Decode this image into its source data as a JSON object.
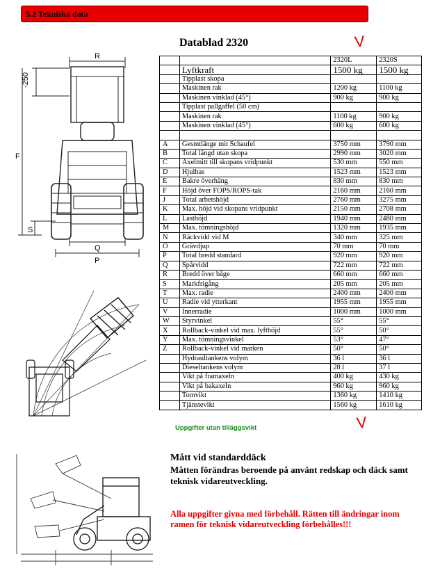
{
  "header": {
    "title": "5.2 Tekniska data"
  },
  "doc_title": "Datablad 2320",
  "table": {
    "columns": [
      "",
      "",
      "2320L",
      "2320S"
    ],
    "rows": [
      {
        "code": "",
        "label": "Lyftkraft",
        "l": "1500 kg",
        "s": "1500 kg",
        "big": true
      },
      {
        "code": "",
        "label": "Tipplast skopa",
        "l": "",
        "s": ""
      },
      {
        "code": "",
        "label": "Maskinen rak",
        "l": "1200 kg",
        "s": "1100 kg"
      },
      {
        "code": "",
        "label": "Maskinen vinklad (45°)",
        "l": "900 kg",
        "s": "900 kg"
      },
      {
        "code": "",
        "label": "Tipplast pallgaffel (50 cm)",
        "l": "",
        "s": ""
      },
      {
        "code": "",
        "label": "Maskinen rak",
        "l": "1100 kg",
        "s": "900 kg"
      },
      {
        "code": "",
        "label": "Maskinen vinklad (45°)",
        "l": "600 kg",
        "s": "600 kg"
      },
      {
        "code": "",
        "label": "",
        "l": "",
        "s": ""
      },
      {
        "code": "A",
        "label": "Gesmtlänge mit Schaufel",
        "l": "3750 mm",
        "s": "3790 mm"
      },
      {
        "code": "B",
        "label": "Total längd utan skopa",
        "l": "2990 mm",
        "s": "3020 mm"
      },
      {
        "code": "C",
        "label": "Axelmitt till skopans vridpunkt",
        "l": "530 mm",
        "s": "550 mm"
      },
      {
        "code": "D",
        "label": "Hjulbas",
        "l": "1523 mm",
        "s": "1523 mm"
      },
      {
        "code": "E",
        "label": "Bakre överhäng",
        "l": "830 mm",
        "s": "830 mm"
      },
      {
        "code": "F",
        "label": "Höjd över FOPS/ROPS-tak",
        "l": "2160 mm",
        "s": "2160 mm"
      },
      {
        "code": "J",
        "label": "Total arbetshöjd",
        "l": "2760 mm",
        "s": "3275 mm"
      },
      {
        "code": "K",
        "label": "Max. höjd vid skopans vridpunkt",
        "l": "2150 mm",
        "s": "2708 mm"
      },
      {
        "code": "L",
        "label": "Lasthöjd",
        "l": "1940 mm",
        "s": "2480 mm"
      },
      {
        "code": "M",
        "label": "Max. tömningshöjd",
        "l": "1320 mm",
        "s": "1935 mm"
      },
      {
        "code": "N",
        "label": "Räckvidd vid M",
        "l": "340 mm",
        "s": "325 mm"
      },
      {
        "code": "O",
        "label": "Grävdjup",
        "l": "70 mm",
        "s": "70 mm"
      },
      {
        "code": "P",
        "label": "Total bredd standard",
        "l": "920 mm",
        "s": "920 mm"
      },
      {
        "code": "Q",
        "label": "Spårvidd",
        "l": "722 mm",
        "s": "722 mm"
      },
      {
        "code": "R",
        "label": "Bredd över båge",
        "l": "660 mm",
        "s": "660 mm"
      },
      {
        "code": "S",
        "label": "Markfrigång",
        "l": "205 mm",
        "s": "205 mm"
      },
      {
        "code": "T",
        "label": "Max. radie",
        "l": "2400 mm",
        "s": "2400 mm"
      },
      {
        "code": "U",
        "label": "Radie vid ytterkant",
        "l": "1955 mm",
        "s": "1955 mm"
      },
      {
        "code": "V",
        "label": "Innerradie",
        "l": "1000 mm",
        "s": "1000 mm"
      },
      {
        "code": "W",
        "label": "Styrvinkel",
        "l": "55°",
        "s": "55°"
      },
      {
        "code": "X",
        "label": "Rollback-vinkel vid max. lyfthöjd",
        "l": "55°",
        "s": "50°"
      },
      {
        "code": "Y",
        "label": "Max. tömningsvinkel",
        "l": "53°",
        "s": "47°"
      },
      {
        "code": "Z",
        "label": "Rollback-vinkel vid marken",
        "l": "50°",
        "s": "50°"
      },
      {
        "code": "",
        "label": "Hydraultankens volym",
        "l": "36 l",
        "s": "36 l"
      },
      {
        "code": "",
        "label": "Dieseltankens volym",
        "l": "28 l",
        "s": "37 l"
      },
      {
        "code": "",
        "label": "Vikt på framaxeln",
        "l": "400 kg",
        "s": "430 kg"
      },
      {
        "code": "",
        "label": "Vikt på bakaxeln",
        "l": "960 kg",
        "s": "960 kg"
      },
      {
        "code": "",
        "label": "Tomvikt",
        "l": "1360 kg",
        "s": "1410 kg"
      },
      {
        "code": "",
        "label": "Tjänstevikt",
        "l": "1560 kg",
        "s": "1610 kg"
      }
    ]
  },
  "green_note": "Uppgifter utan tilläggsvikt",
  "standard": {
    "title": "Mått vid standarddäck",
    "body": "Måtten förändras beroende på använt redskap och däck samt teknisk vidareutveckling."
  },
  "red_note": "Alla uppgifter givna med förbehåll. Rätten till ändringar inom ramen för teknisk vidareutveckling förbehålles!!!",
  "drawing_labels": {
    "R": "R",
    "dim250": "-250",
    "F": "F",
    "S": "S",
    "Q": "Q",
    "P": "P"
  },
  "marks": {
    "check": "V"
  },
  "colors": {
    "header": "#e60000",
    "note_red": "#e00000",
    "note_green": "#1a8a1a"
  }
}
